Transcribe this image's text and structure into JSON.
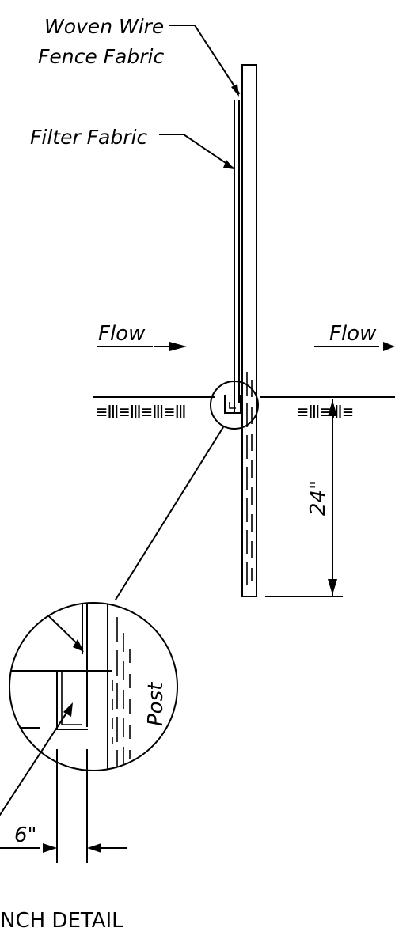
{
  "labels": {
    "woven_wire_line1": "Woven Wire",
    "woven_wire_line2": "Fence Fabric",
    "filter_fabric": "Filter Fabric",
    "flow_left": "Flow",
    "flow_right": "Flow",
    "depth_dim": "24\"",
    "trench_dim": "6\"",
    "post": "Post",
    "caption_fragment": "NCH DETAIL"
  },
  "soil_symbols": {
    "left": "≡Ⅲ≡Ⅲ≡Ⅲ≡Ⅲ",
    "right": "≡Ⅲ≡Ⅲ≡"
  }
}
